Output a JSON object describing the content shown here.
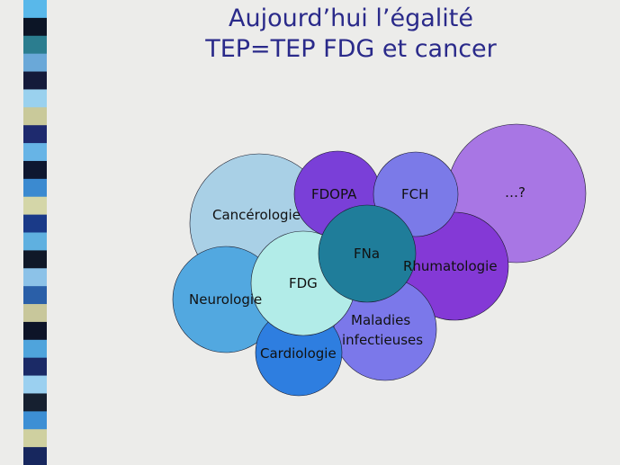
{
  "slide": {
    "title_line1": "Aujourd’hui l’égalité",
    "title_line2": "TEP=TEP FDG et cancer"
  },
  "stripe_colors": [
    "#59b8ea",
    "#0c1526",
    "#2b7d8f",
    "#6aa8d8",
    "#141a3a",
    "#9ad1ee",
    "#c9c99a",
    "#1e2a6e",
    "#67b4e6",
    "#0e1730",
    "#3b8ad0",
    "#d4d6a8",
    "#1a3a88",
    "#5fb0e0",
    "#101828",
    "#8cc2e8",
    "#2a5fa8",
    "#c8c79b",
    "#0d1428",
    "#4fa4dc",
    "#1b2a66",
    "#9bd0f0",
    "#162030",
    "#3d8fd4",
    "#cfd0a0",
    "#17275e"
  ],
  "diagram": {
    "circles": [
      {
        "id": "cancerologie",
        "label": "Cancérologie",
        "color": "#a9d0e6"
      },
      {
        "id": "questions",
        "label": "…?",
        "color": "#a876e4"
      },
      {
        "id": "rhumatologie",
        "label": "Rhumatologie",
        "color": "#8439d6"
      },
      {
        "id": "neurologie",
        "label": "Neurologie",
        "color": "#52a8e0"
      },
      {
        "id": "maladies",
        "label": "Maladies infectieuses",
        "label_line1": "Maladies",
        "label_line2": "infectieuses",
        "color": "#7b78ea"
      },
      {
        "id": "cardiologie",
        "label": "Cardiologie",
        "color": "#2e7ee0"
      },
      {
        "id": "fdg",
        "label": "FDG",
        "color": "#b2ece8"
      },
      {
        "id": "fdopa",
        "label": "FDOPA",
        "color": "#7a3fd8"
      },
      {
        "id": "fch",
        "label": "FCH",
        "color": "#7b7ae8"
      },
      {
        "id": "fna",
        "label": "FNa",
        "color": "#1f7d9a"
      }
    ]
  }
}
